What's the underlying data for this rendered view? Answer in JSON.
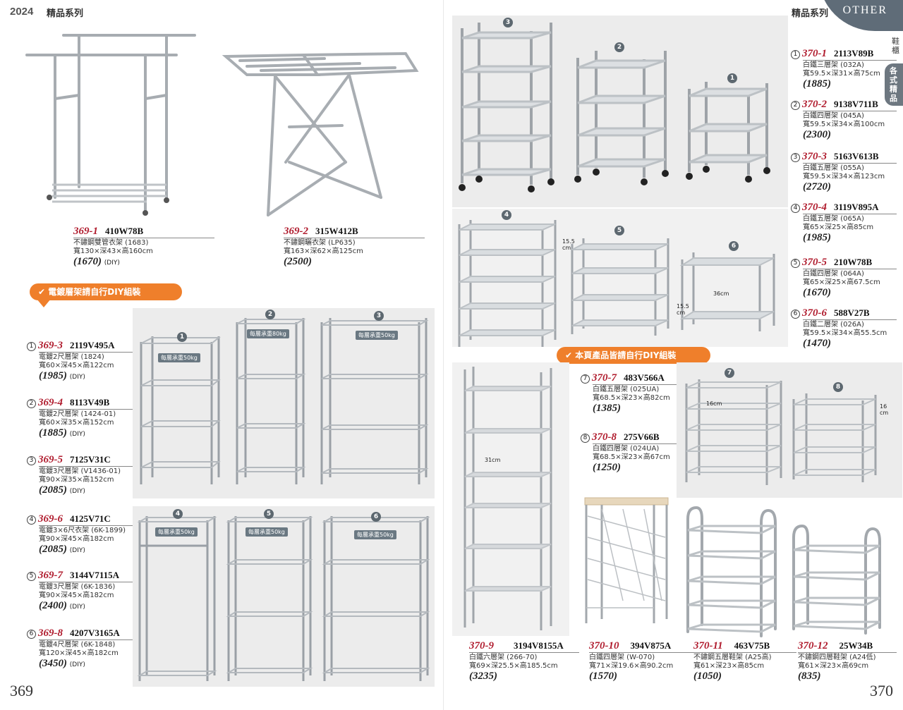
{
  "header": {
    "year": "2024",
    "series_left": "精品系列",
    "series_right": "精品系列",
    "other": "OTHER",
    "side_tab": "各式精品",
    "shoe_label": "鞋櫃"
  },
  "page_numbers": {
    "left": "369",
    "right": "370"
  },
  "banners": {
    "left": {
      "check": "✔",
      "text": "電鍍層架請",
      "bold": "自行DIY組裝"
    },
    "right": {
      "check": "✔",
      "text": "本頁產品皆請",
      "bold": "自行DIY組裝"
    }
  },
  "load_labels": {
    "a": "每層承重50kg",
    "b": "每層承重80kg",
    "c": "每層承重50kg",
    "d": "每層承重50kg",
    "e": "每層承重50kg",
    "f": "每層承重50kg"
  },
  "measurements": {
    "m1": "15.5 cm",
    "m2": "15.5 cm",
    "m3": "36cm",
    "m4": "31cm",
    "m5": "16cm",
    "m6": "16 cm"
  },
  "badges": [
    "1",
    "2",
    "3",
    "4",
    "5",
    "6",
    "7",
    "8"
  ],
  "products": {
    "p369_1": {
      "code": "369-1",
      "model": "410W78B",
      "desc": "不鏽鋼雙管衣架 (1683)",
      "dims": "寬130×深43×高160cm",
      "price": "(1670)",
      "diy": "(DIY)"
    },
    "p369_2": {
      "code": "369-2",
      "model": "315W412B",
      "desc": "不鏽鋼曬衣架 (LP635)",
      "dims": "寬163×深62×高125cm",
      "price": "(2500)"
    },
    "p369_3": {
      "num": "1",
      "code": "369-3",
      "model": "2119V495A",
      "desc": "電鍍2尺層架 (1824)",
      "dims": "寬60×深45×高122cm",
      "price": "(1985)",
      "diy": "(DIY)"
    },
    "p369_4": {
      "num": "2",
      "code": "369-4",
      "model": "8113V49B",
      "desc": "電鍍2尺層架 (1424-01)",
      "dims": "寬60×深35×高152cm",
      "price": "(1885)",
      "diy": "(DIY)"
    },
    "p369_5": {
      "num": "3",
      "code": "369-5",
      "model": "7125V31C",
      "desc": "電鍍3尺層架 (V1436-01)",
      "dims": "寬90×深35×高152cm",
      "price": "(2085)",
      "diy": "(DIY)"
    },
    "p369_6": {
      "num": "4",
      "code": "369-6",
      "model": "4125V71C",
      "desc": "電鍍3×6尺衣架 (6K-1899)",
      "dims": "寬90×深45×高182cm",
      "price": "(2085)",
      "diy": "(DIY)"
    },
    "p369_7": {
      "num": "5",
      "code": "369-7",
      "model": "3144V7115A",
      "desc": "電鍍3尺層架 (6K-1836)",
      "dims": "寬90×深45×高182cm",
      "price": "(2400)",
      "diy": "(DIY)"
    },
    "p369_8": {
      "num": "6",
      "code": "369-8",
      "model": "4207V3165A",
      "desc": "電鍍4尺層架 (6K-1848)",
      "dims": "寬120×深45×高182cm",
      "price": "(3450)",
      "diy": "(DIY)"
    },
    "p370_1": {
      "num": "1",
      "code": "370-1",
      "model": "2113V89B",
      "desc": "白鐵三層架 (032A)",
      "dims": "寬59.5×深31×高75cm",
      "price": "(1885)"
    },
    "p370_2": {
      "num": "2",
      "code": "370-2",
      "model": "9138V711B",
      "desc": "白鐵四層架 (045A)",
      "dims": "寬59.5×深34×高100cm",
      "price": "(2300)"
    },
    "p370_3": {
      "num": "3",
      "code": "370-3",
      "model": "5163V613B",
      "desc": "白鐵五層架 (055A)",
      "dims": "寬59.5×深34×高123cm",
      "price": "(2720)"
    },
    "p370_4": {
      "num": "4",
      "code": "370-4",
      "model": "3119V895A",
      "desc": "白鐵五層架 (065A)",
      "dims": "寬65×深25×高85cm",
      "price": "(1985)"
    },
    "p370_5": {
      "num": "5",
      "code": "370-5",
      "model": "210W78B",
      "desc": "白鐵四層架 (064A)",
      "dims": "寬65×深25×高67.5cm",
      "price": "(1670)"
    },
    "p370_6": {
      "num": "6",
      "code": "370-6",
      "model": "588V27B",
      "desc": "白鐵二層架 (026A)",
      "dims": "寬59.5×深34×高55.5cm",
      "price": "(1470)"
    },
    "p370_7": {
      "num": "7",
      "code": "370-7",
      "model": "483V566A",
      "desc": "白鐵五層架 (025UA)",
      "dims": "寬68.5×深23×高82cm",
      "price": "(1385)"
    },
    "p370_8": {
      "num": "8",
      "code": "370-8",
      "model": "275V66B",
      "desc": "白鐵四層架 (024UA)",
      "dims": "寬68.5×深23×高67cm",
      "price": "(1250)"
    },
    "p370_9": {
      "code": "370-9",
      "model": "3194V8155A",
      "desc": "白鐵六層架 (266-70)",
      "dims": "寬69×深25.5×高185.5cm",
      "price": "(3235)"
    },
    "p370_10": {
      "code": "370-10",
      "model": "394V875A",
      "desc": "白鐵四層架 (W-070)",
      "dims": "寬71×深19.6×高90.2cm",
      "price": "(1570)"
    },
    "p370_11": {
      "code": "370-11",
      "model": "463V75B",
      "desc": "不鏽鋼五層鞋架 (A25高)",
      "dims": "寬61×深23×高85cm",
      "price": "(1050)"
    },
    "p370_12": {
      "code": "370-12",
      "model": "25W34B",
      "desc": "不鏽鋼四層鞋架 (A24低)",
      "dims": "寬61×深23×高69cm",
      "price": "(835)"
    }
  }
}
